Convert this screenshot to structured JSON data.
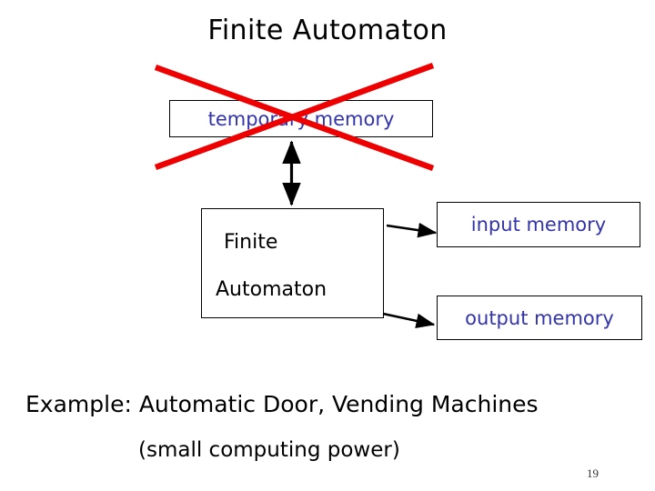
{
  "slide": {
    "title": "Finite Automaton",
    "page_number": "19",
    "background_color": "#ffffff"
  },
  "colors": {
    "blue_text": "#3333aa",
    "black_text": "#000000",
    "cross_out_red": "#ee0000",
    "border": "#000000"
  },
  "diagram": {
    "temporary_memory": {
      "label": "temporary memory",
      "crossed_out": true,
      "text_color": "#3333aa"
    },
    "finite_automaton": {
      "line1": "Finite",
      "line2": "Automaton",
      "text_color": "#000000"
    },
    "input_memory": {
      "label": "input memory",
      "text_color": "#3333aa"
    },
    "output_memory": {
      "label": "output memory",
      "text_color": "#3333aa"
    },
    "connectors": [
      {
        "name": "temp-memory-bidirectional-arrow",
        "from": "finite automaton",
        "to": "temporary memory",
        "style": "double-headed vertical arrow"
      },
      {
        "name": "input-to-automaton-arrow",
        "from": "input memory",
        "to": "finite automaton",
        "style": "single arrow pointing left"
      },
      {
        "name": "automaton-to-output-arrow",
        "from": "finite automaton",
        "to": "output memory",
        "style": "single arrow pointing right"
      }
    ],
    "cross_out_marks": [
      {
        "name": "red-stroke-down",
        "color": "#ee0000"
      },
      {
        "name": "red-stroke-up",
        "color": "#ee0000"
      }
    ]
  },
  "captions": {
    "example": "Example: Automatic Door, Vending Machines",
    "note": "(small computing power)"
  }
}
